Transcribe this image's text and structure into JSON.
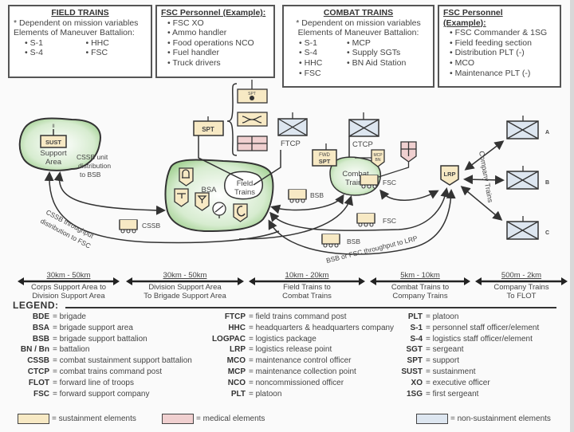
{
  "info_boxes": [
    {
      "title": "FIELD TRAINS",
      "note": "* Dependent on mission variables",
      "subtitle": "Elements of Maneuver Battalion:",
      "col1": [
        "• S-1",
        "• S-4"
      ],
      "col2": [
        "• HHC",
        "• FSC"
      ]
    },
    {
      "title": "FSC Personnel (Example):",
      "items": [
        "• FSC XO",
        "• Ammo handler",
        "• Food operations NCO",
        "• Fuel handler",
        "• Truck drivers"
      ]
    },
    {
      "title": "COMBAT TRAINS",
      "note": "* Dependent on mission variables",
      "subtitle": "Elements of Maneuver Battalion:",
      "col1": [
        "• S-1",
        "• S-4",
        "• HHC",
        "• FSC"
      ],
      "col2": [
        "• MCP",
        "• Supply SGTs",
        "• BN Aid Station"
      ]
    },
    {
      "title": "FSC Personnel (Example):",
      "items": [
        "• FSC Commander & 1SG",
        "• Field feeding section",
        "• Distribution PLT (-)",
        "• MCO",
        "• Maintenance PLT (-)"
      ]
    }
  ],
  "diagram": {
    "support_area": {
      "symbol": "SUST",
      "echelon": "II",
      "label_line1": "Support",
      "label_line2": "Area"
    },
    "bsa": {
      "label": "BSA"
    },
    "field_trains": {
      "line1": "Field",
      "line2": "Trains"
    },
    "combat_trains": {
      "line1": "Combat",
      "line2": "Trains"
    },
    "spt_unit": {
      "symbol": "SPT",
      "echelon": "II"
    },
    "spt_sub": {
      "label": "SPT"
    },
    "fwd_spt": {
      "line1": "FWD",
      "line2": "SPT"
    },
    "mcp": {
      "line1": "MCP",
      "line2": "BN"
    },
    "ftcp": {
      "label": "FTCP",
      "echelon": "II"
    },
    "ctcp": {
      "label": "CTCP",
      "echelon": "II"
    },
    "lrp": {
      "label": "LRP"
    },
    "companies": [
      "A",
      "B",
      "C"
    ],
    "company_trains_label": "Company Trains",
    "flows": {
      "cssb_unit": [
        "CSSB unit",
        "distribution",
        "to BSB"
      ],
      "cssb_throughput": [
        "CSSB throughput",
        "distribution to FSC"
      ],
      "bsb_fsc_throughput": "BSB or FSC throughput to LRP"
    },
    "vehicles": [
      "CSSB",
      "BSB",
      "FSC",
      "FSC",
      "BSB"
    ]
  },
  "distances": [
    {
      "range": "30km - 50km",
      "line1": "Corps Support Area to",
      "line2": "Division Support Area"
    },
    {
      "range": "30km - 50km",
      "line1": "Division Support Area",
      "line2": "To Brigade Support Area"
    },
    {
      "range": "10km - 20km",
      "line1": "Field Trains to",
      "line2": "Combat Trains"
    },
    {
      "range": "5km - 10km",
      "line1": "Combat Trains to",
      "line2": "Company Trains"
    },
    {
      "range": "500m - 2km",
      "line1": "Company Trains",
      "line2": "To FLOT"
    }
  ],
  "legend": {
    "title": "LEGEND:",
    "col1": [
      {
        "abbr": "BDE",
        "def": "= brigade"
      },
      {
        "abbr": "BSA",
        "def": "= brigade support area"
      },
      {
        "abbr": "BSB",
        "def": "= brigade support battalion"
      },
      {
        "abbr": "BN / Bn",
        "def": "= battalion"
      },
      {
        "abbr": "CSSB",
        "def": "= combat sustainment support battalion"
      },
      {
        "abbr": "CTCP",
        "def": "= combat trains command post"
      },
      {
        "abbr": "FLOT",
        "def": "= forward line of troops"
      },
      {
        "abbr": "FSC",
        "def": "= forward support company"
      }
    ],
    "col2": [
      {
        "abbr": "FTCP",
        "def": "= field trains command post"
      },
      {
        "abbr": "HHC",
        "def": "= headquarters & headquarters company"
      },
      {
        "abbr": "LOGPAC",
        "def": "= logistics package"
      },
      {
        "abbr": "LRP",
        "def": "= logistics release point"
      },
      {
        "abbr": "MCO",
        "def": "= maintenance control officer"
      },
      {
        "abbr": "MCP",
        "def": "= maintenance collection point"
      },
      {
        "abbr": "NCO",
        "def": "= noncommissioned officer"
      },
      {
        "abbr": "PLT",
        "def": "= platoon"
      }
    ],
    "col3": [
      {
        "abbr": "PLT",
        "def": "= platoon"
      },
      {
        "abbr": "S-1",
        "def": "= personnel staff officer/element"
      },
      {
        "abbr": "S-4",
        "def": "= logistics staff officer/element"
      },
      {
        "abbr": "SGT",
        "def": "= sergeant"
      },
      {
        "abbr": "SPT",
        "def": "= support"
      },
      {
        "abbr": "SUST",
        "def": "= sustainment"
      },
      {
        "abbr": "XO",
        "def": "= executive officer"
      },
      {
        "abbr": "1SG",
        "def": "= first sergeant"
      }
    ],
    "swatches": [
      {
        "label": "= sustainment elements",
        "color": "#f7e9c4"
      },
      {
        "label": "= medical elements",
        "color": "#f0d0d0"
      },
      {
        "label": "= non-sustainment elements",
        "color": "#dde6f0"
      }
    ]
  },
  "colors": {
    "sustainment": "#f7e9c4",
    "medical": "#f0d0d0",
    "non_sustainment": "#dde6f0",
    "area_green": "#a9d39a"
  }
}
